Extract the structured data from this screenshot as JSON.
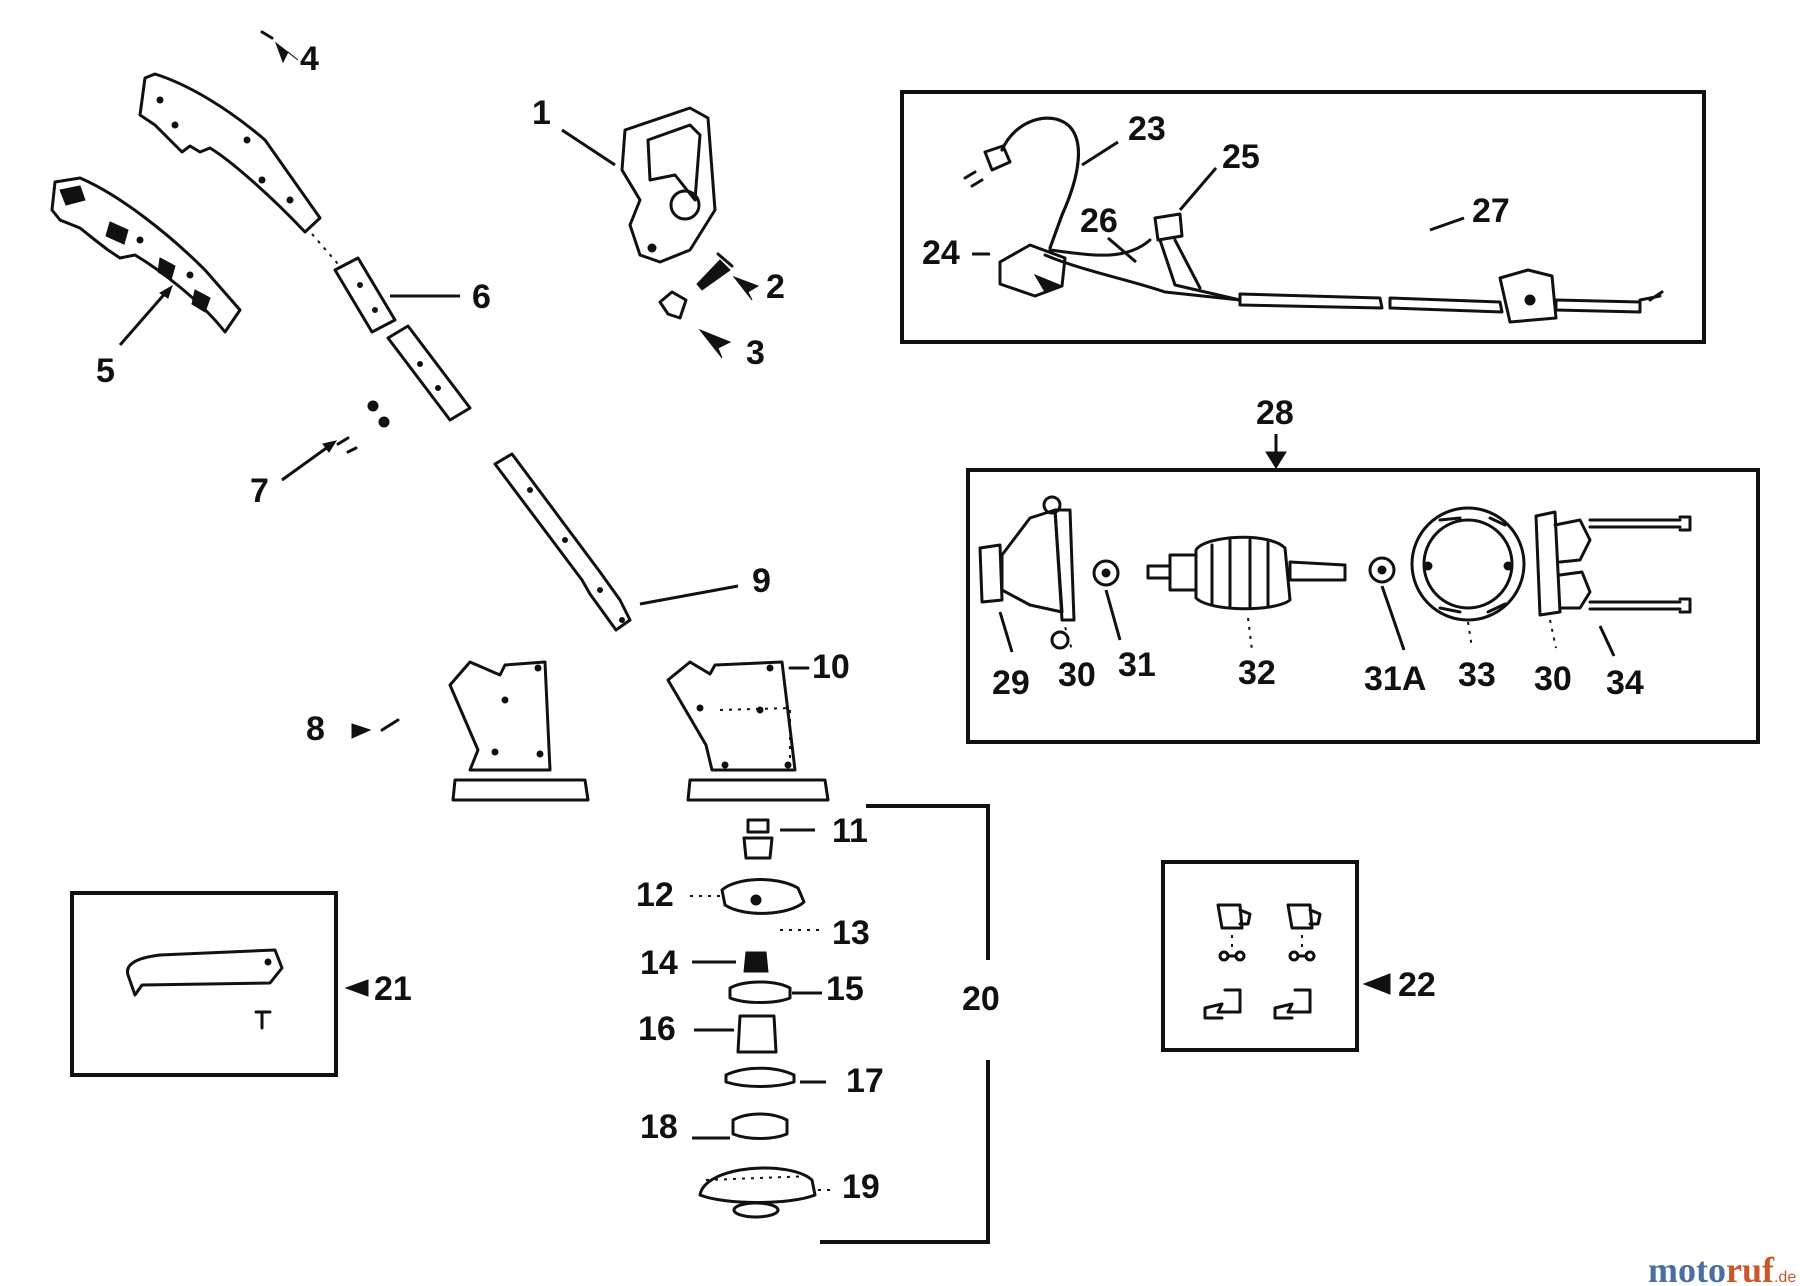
{
  "callouts": {
    "c1": "1",
    "c2": "2",
    "c3": "3",
    "c4": "4",
    "c5": "5",
    "c6": "6",
    "c7": "7",
    "c8": "8",
    "c9": "9",
    "c10": "10",
    "c11": "11",
    "c12": "12",
    "c13": "13",
    "c14": "14",
    "c15": "15",
    "c16": "16",
    "c17": "17",
    "c18": "18",
    "c19": "19",
    "c20": "20",
    "c21": "21",
    "c22": "22",
    "c23": "23",
    "c24": "24",
    "c25": "25",
    "c26": "26",
    "c27": "27",
    "c28": "28",
    "c29": "29",
    "c30a": "30",
    "c30b": "30",
    "c31": "31",
    "c31a": "31A",
    "c32": "32",
    "c33": "33",
    "c34": "34"
  },
  "watermark": {
    "part1": "moto",
    "part2": "ruf",
    "suffix": ".de"
  }
}
